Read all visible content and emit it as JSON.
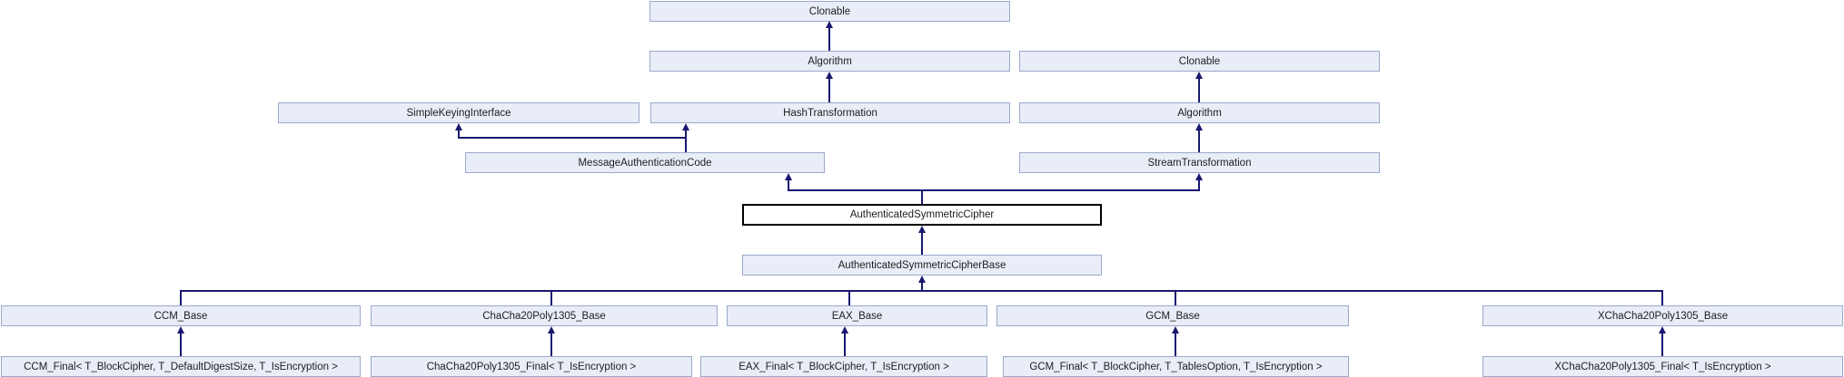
{
  "diagram": {
    "type": "class-inheritance-graph",
    "highlighted_node": "AuthenticatedSymmetricCipher",
    "colors": {
      "node_fill": "#E8EDF7",
      "node_border": "#9AA8CC",
      "edge": "#191970",
      "highlight_fill": "#FFFFFF",
      "highlight_border": "#000000",
      "background": "#FFFFFF",
      "text": "#1D1D1D"
    },
    "nodes": {
      "clonable1": {
        "label": "Clonable"
      },
      "algorithm1": {
        "label": "Algorithm"
      },
      "clonable2": {
        "label": "Clonable"
      },
      "ski": {
        "label": "SimpleKeyingInterface"
      },
      "hash": {
        "label": "HashTransformation"
      },
      "algorithm2": {
        "label": "Algorithm"
      },
      "mac": {
        "label": "MessageAuthenticationCode"
      },
      "stream": {
        "label": "StreamTransformation"
      },
      "asc": {
        "label": "AuthenticatedSymmetricCipher"
      },
      "ascbase": {
        "label": "AuthenticatedSymmetricCipherBase"
      },
      "ccm_base": {
        "label": "CCM_Base"
      },
      "chacha_base": {
        "label": "ChaCha20Poly1305_Base"
      },
      "eax_base": {
        "label": "EAX_Base"
      },
      "gcm_base": {
        "label": "GCM_Base"
      },
      "xchacha_base": {
        "label": "XChaCha20Poly1305_Base"
      },
      "ccm_final": {
        "label": "CCM_Final< T_BlockCipher, T_DefaultDigestSize, T_IsEncryption >"
      },
      "chacha_final": {
        "label": "ChaCha20Poly1305_Final< T_IsEncryption >"
      },
      "eax_final": {
        "label": "EAX_Final< T_BlockCipher, T_IsEncryption >"
      },
      "gcm_final": {
        "label": "GCM_Final< T_BlockCipher, T_TablesOption, T_IsEncryption >"
      },
      "xchacha_final": {
        "label": "XChaCha20Poly1305_Final< T_IsEncryption >"
      }
    },
    "edges": [
      {
        "from": "algorithm1",
        "to": "clonable1"
      },
      {
        "from": "hash",
        "to": "algorithm1"
      },
      {
        "from": "algorithm2",
        "to": "clonable2"
      },
      {
        "from": "stream",
        "to": "algorithm2"
      },
      {
        "from": "mac",
        "to": "ski"
      },
      {
        "from": "mac",
        "to": "hash"
      },
      {
        "from": "asc",
        "to": "mac"
      },
      {
        "from": "asc",
        "to": "stream"
      },
      {
        "from": "ascbase",
        "to": "asc"
      },
      {
        "from": "ccm_base",
        "to": "ascbase"
      },
      {
        "from": "chacha_base",
        "to": "ascbase"
      },
      {
        "from": "eax_base",
        "to": "ascbase"
      },
      {
        "from": "gcm_base",
        "to": "ascbase"
      },
      {
        "from": "xchacha_base",
        "to": "ascbase"
      },
      {
        "from": "ccm_final",
        "to": "ccm_base"
      },
      {
        "from": "chacha_final",
        "to": "chacha_base"
      },
      {
        "from": "eax_final",
        "to": "eax_base"
      },
      {
        "from": "gcm_final",
        "to": "gcm_base"
      },
      {
        "from": "xchacha_final",
        "to": "xchacha_base"
      }
    ]
  }
}
